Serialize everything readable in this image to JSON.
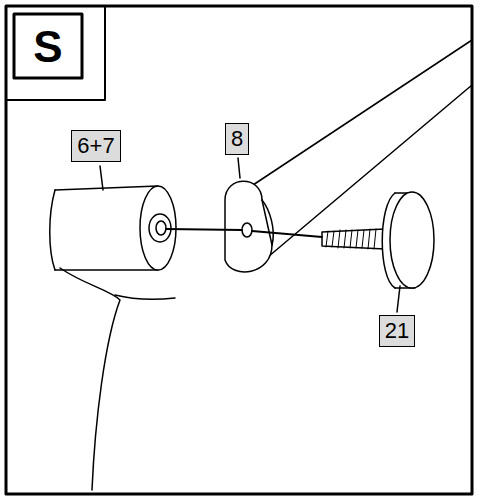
{
  "diagram": {
    "title": "S",
    "labels": [
      "6+7",
      "8",
      "21"
    ]
  }
}
